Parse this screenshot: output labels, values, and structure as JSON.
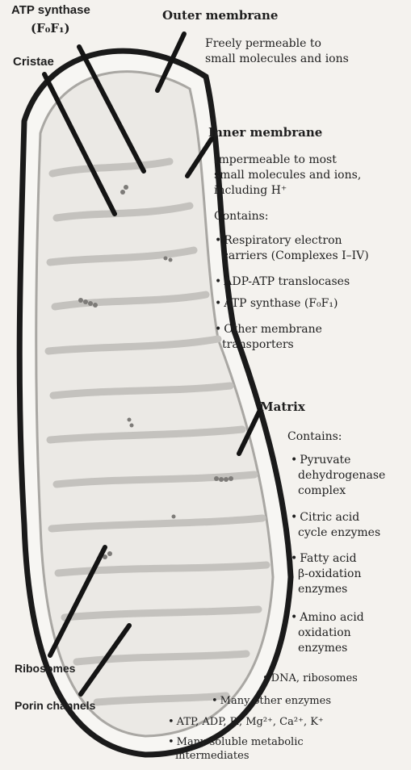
{
  "labels": {
    "atp_synthase_title": "ATP synthase",
    "atp_synthase_formula": "(F₀F₁)",
    "cristae": "Cristae",
    "outer_membrane": "Outer membrane",
    "outer_desc_1": "Freely permeable to",
    "outer_desc_2": "small molecules and ions",
    "inner_membrane": "Inner membrane",
    "inner_desc_1": "Impermeable to most",
    "inner_desc_2": "small molecules and ions,",
    "inner_desc_3": "including H⁺",
    "inner_contains": "Contains:",
    "inner_items": [
      "Respiratory electron",
      "carriers (Complexes I–IV)",
      "ADP-ATP translocases",
      "ATP synthase (F₀F₁)",
      "Other membrane",
      "transporters"
    ],
    "matrix": "Matrix",
    "matrix_contains": "Contains:",
    "matrix_items": [
      "Pyruvate",
      "dehydrogenase",
      "complex",
      "Citric acid",
      "cycle enzymes",
      "Fatty acid",
      "β-oxidation",
      "enzymes",
      "Amino acid",
      "oxidation",
      "enzymes",
      "DNA, ribosomes",
      "Many other enzymes",
      "ATP, ADP, Pᵢ, Mg²⁺, Ca²⁺, K⁺",
      "Many soluble metabolic",
      "intermediates"
    ],
    "ribosomes": "Ribosomes",
    "porin_channels": "Porin channels"
  },
  "colors": {
    "membrane": "#1a1a1a",
    "inner_fill": "#e9e7e3",
    "cristae": "#bdbbb8",
    "pointer": "#141414"
  }
}
